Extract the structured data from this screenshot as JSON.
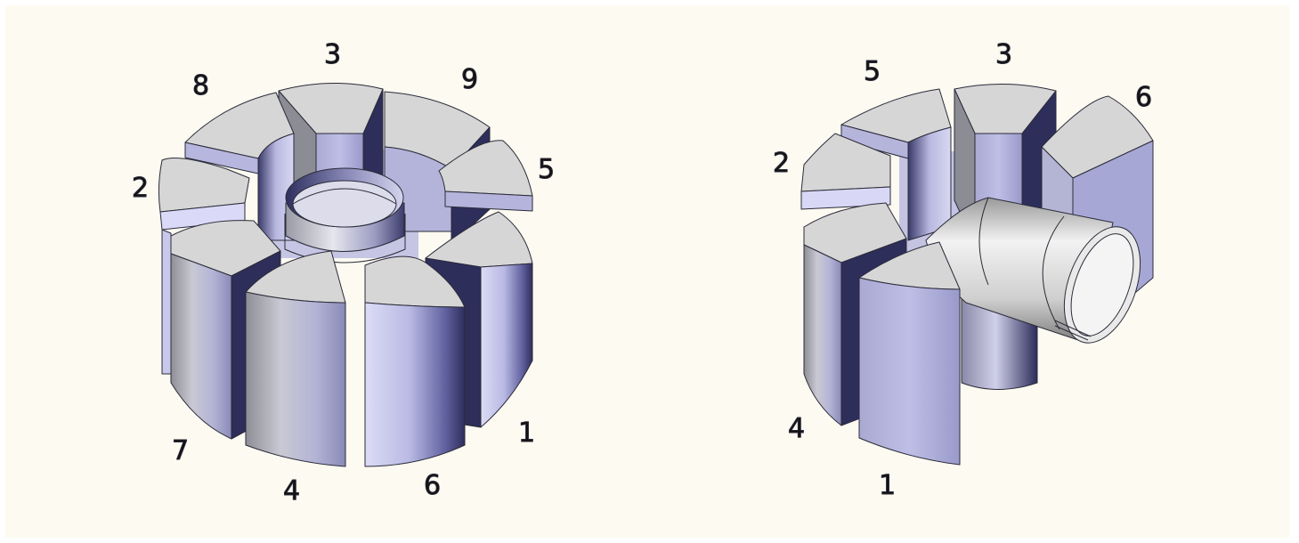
{
  "left_figure": {
    "labels": [
      "3",
      "9",
      "8",
      "5",
      "2",
      "1",
      "7",
      "4",
      "6"
    ]
  },
  "right_figure": {
    "labels": [
      "5",
      "3",
      "6",
      "2",
      "4",
      "1"
    ]
  },
  "colors": {
    "background": "#fdfaf1",
    "top_face": "#d6d6d6",
    "edge": "#2b2b3a",
    "lavender": "#b6b6dc",
    "navy": "#2b2c55",
    "tube_light": "#eeeeee",
    "tube_dark": "#8e8e8e"
  }
}
